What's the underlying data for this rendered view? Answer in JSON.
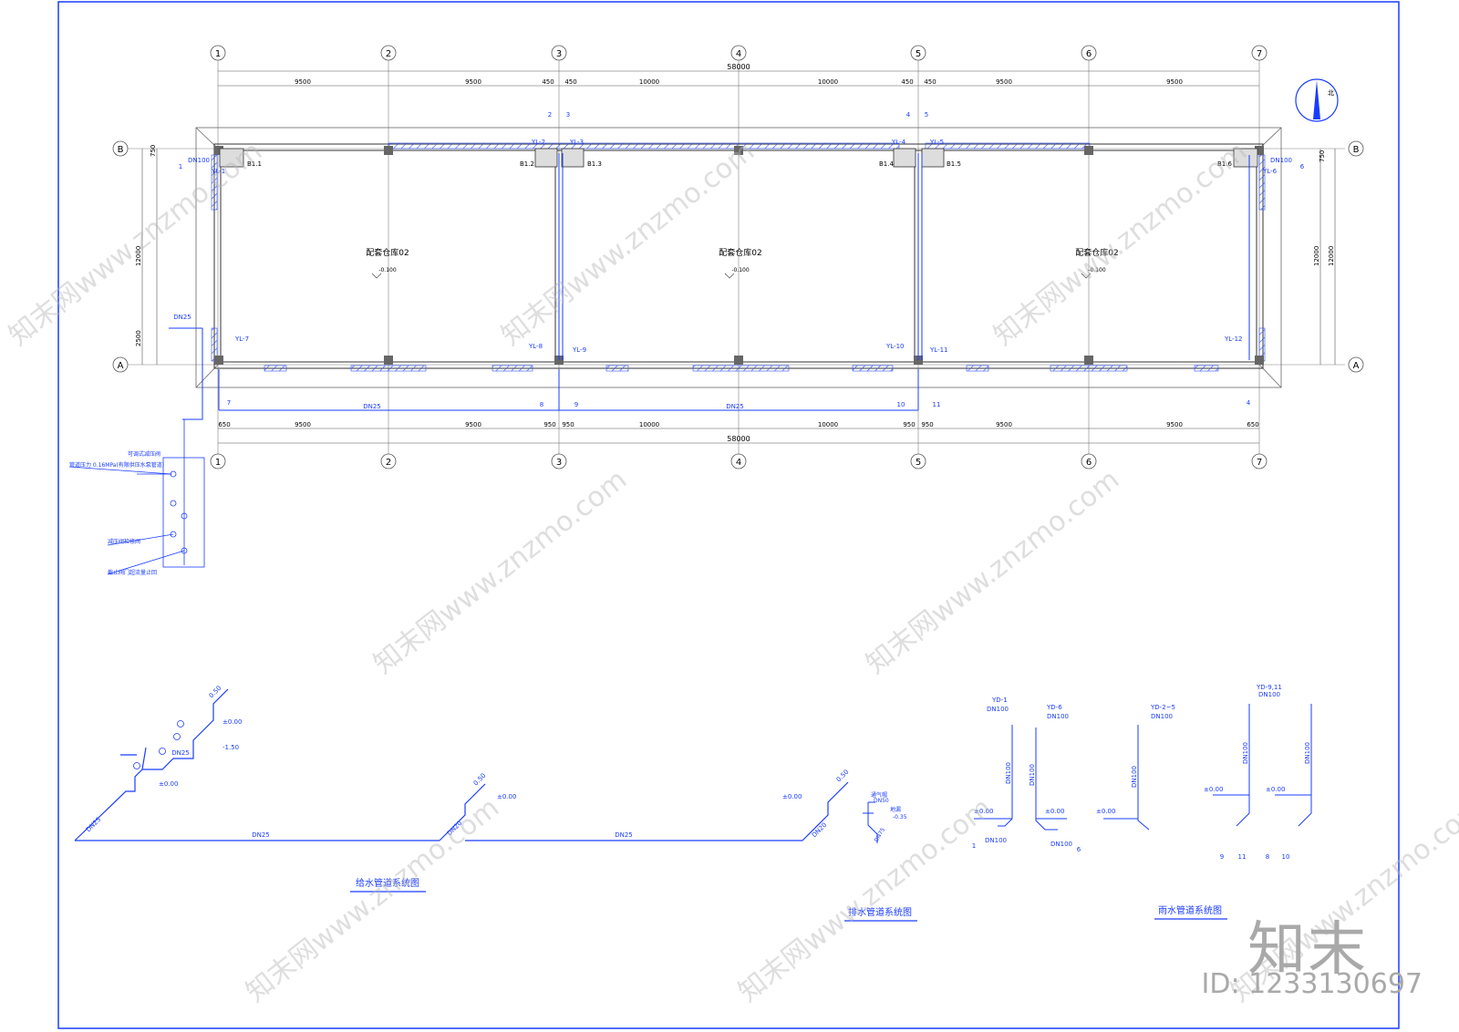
{
  "grid": {
    "axes": [
      "1",
      "2",
      "3",
      "4",
      "5",
      "6",
      "7"
    ],
    "rows": [
      "A",
      "B"
    ],
    "top_spans": [
      "9500",
      "9500",
      "450",
      "450",
      "10000",
      "10000",
      "450",
      "450",
      "9500",
      "9500"
    ],
    "bottom_spans": [
      "650",
      "9500",
      "9500",
      "950",
      "950",
      "10000",
      "10000",
      "950",
      "950",
      "9500",
      "9500",
      "650"
    ],
    "total": "58000",
    "side_dims": [
      "750",
      "12000",
      "2500",
      "12000",
      "12000",
      "750"
    ]
  },
  "rooms": [
    {
      "name": "配套仓库02",
      "elev": "-0.100"
    },
    {
      "name": "配套仓库02",
      "elev": "-0.100"
    },
    {
      "name": "配套仓库02",
      "elev": "-0.100"
    }
  ],
  "column_tags": [
    "B1.1",
    "B1.2",
    "B1.3",
    "B1.4",
    "B1.5",
    "B1.6"
  ],
  "pipe_tags": [
    "YL-1",
    "YL-2",
    "YL-3",
    "YL-4",
    "YL-5",
    "YL-6",
    "YL-7",
    "YL-8",
    "YL-9",
    "YL-10",
    "YL-11",
    "YL-12"
  ],
  "pipe_sizes": [
    "DN100",
    "DN25",
    "DN20",
    "DN50",
    "DN75"
  ],
  "circle_nums": [
    "1",
    "2",
    "3",
    "4",
    "5",
    "6",
    "7",
    "8",
    "9",
    "10",
    "11"
  ],
  "legend": {
    "note1": "管道压力 0.16MPa(有限供压水泵管道)",
    "note2": "可调式减压阀",
    "note3": "减压阀检修阀",
    "note4": "截止阀门超流量止回"
  },
  "section_titles": {
    "supply": "给水管道系统图",
    "drain": "排水管道系统图",
    "rain": "雨水管道系统图"
  },
  "elevations": [
    "0.50",
    "±0.00",
    "-1.50",
    "±0.00",
    "0.50",
    "±0.00",
    "±0.00",
    "0.50",
    "-0.35"
  ],
  "drain_labels": {
    "a": "通气帽",
    "b": "DN50",
    "c": "地漏"
  },
  "rain_labels": {
    "a": "YD-1",
    "b": "YD-6",
    "c": "YD-2~5",
    "d": "YD-9,11"
  },
  "compass": "北",
  "watermark": "知末网www.znzmo.com",
  "brand": "知末",
  "image_id": "ID: 1233130697",
  "colors": {
    "line": "#1a3cff",
    "ink": "#000000",
    "grey": "#808080",
    "hatch": "#2b4dff"
  }
}
